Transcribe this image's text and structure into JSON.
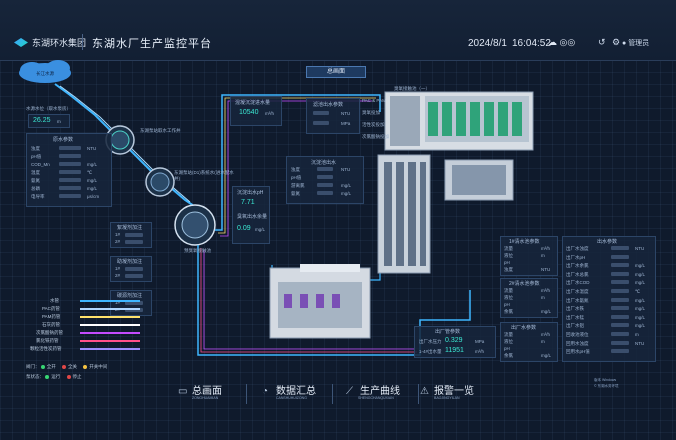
{
  "header": {
    "logo_text": "东湖环水集团",
    "title": "东湖水厂生产监控平台",
    "date": "2024/8/1",
    "time": "16:04:52",
    "weather_icon": "cloud-icon",
    "user_label": "管理员"
  },
  "tabs": {
    "active": "总画面"
  },
  "cloud": {
    "label": "长江水源"
  },
  "intake": {
    "title": "水源水位（取水泵房）",
    "value": "26.25",
    "unit": "m"
  },
  "raw_water_panel": {
    "title": "原水参数",
    "labels": [
      "浊度",
      "pH值",
      "COD_Mn",
      "温度",
      "氨氮",
      "总磷",
      "电导率"
    ],
    "units": [
      "NTU",
      "",
      "mg/L",
      "℃",
      "mg/L",
      "mg/L",
      "μs/cm"
    ]
  },
  "stage_labels": {
    "s1": "东湖泵站取水工作井",
    "s2": "东湖泵站(D1)系统水(进水配水井)",
    "s3": "预臭氧接触池"
  },
  "dosing_panels": [
    {
      "title": "絮凝剂加注",
      "rows": [
        "1#",
        "2#"
      ]
    },
    {
      "title": "助凝剂加注",
      "rows": [
        "1#",
        "2#"
      ]
    },
    {
      "title": "碳源剂加注",
      "rows": [
        "1#",
        "2#"
      ]
    }
  ],
  "pipe_legend": {
    "items": [
      "水管",
      "PAC药管",
      "PAM药管",
      "石灰药管",
      "次氯酸钠药管",
      "氯化铁药管",
      "颗粒活性炭药管"
    ],
    "colors": [
      "#3fb6ff",
      "#b0d6ff",
      "#ffe16b",
      "#ffffff",
      "#c54bff",
      "#ff4f8a",
      "#9a8cff"
    ]
  },
  "valve_legend": {
    "label": "阀门：",
    "items": [
      "全开",
      "全关",
      "开关中间"
    ],
    "colors": [
      "#37d673",
      "#e04747",
      "#f5c242"
    ]
  },
  "pump_legend": {
    "label": "泵状态：",
    "items": [
      "运行",
      "停止"
    ],
    "colors": [
      "#37d673",
      "#e04747"
    ]
  },
  "inlet_panel": {
    "title": "混凝沉淀进水量",
    "value": "10540",
    "unit": "m³/h"
  },
  "filter_panel": {
    "title": "滤池出水参数",
    "units": [
      "NTU",
      "MPa"
    ]
  },
  "dosing_block_labels": [
    "PAC & PAM",
    "臭氧投加",
    "活性炭投加",
    "次氯酸钠投加"
  ],
  "sedimentation_panel": {
    "title": "沉淀池出水",
    "labels": [
      "浊度",
      "pH值",
      "游离氯",
      "氨氮"
    ],
    "units": [
      "NTU",
      "",
      "mg/L",
      "mg/L"
    ]
  },
  "ph_panel": {
    "title": "沉淀出水pH",
    "value": "7.71",
    "title2": "臭氧出水余量",
    "value2": "0.09",
    "unit2": "mg/L"
  },
  "filter_hall_label": "臭氧接触池（一）",
  "outlet_panel": {
    "title": "出厂管参数",
    "rows": [
      {
        "label": "出厂水压力",
        "value": "0.329",
        "unit": "MPa"
      },
      {
        "label": "1-4#出水量",
        "value": "11951",
        "unit": "m³/h"
      }
    ]
  },
  "water_quality_1": {
    "title": "1#清水池参数",
    "labels": [
      "流量",
      "液位",
      "pH",
      "浊度"
    ],
    "units": [
      "m³/h",
      "m",
      "",
      "NTU"
    ]
  },
  "water_quality_2": {
    "title": "2#清水池参数",
    "labels": [
      "流量",
      "液位",
      "pH",
      "余氯"
    ],
    "units": [
      "m³/h",
      "m",
      "",
      "mg/L"
    ]
  },
  "water_quality_3": {
    "title": "出厂水参数",
    "labels": [
      "流量",
      "液位",
      "pH",
      "余氯"
    ],
    "units": [
      "m³/h",
      "m",
      "",
      "mg/L"
    ]
  },
  "finished_panel": {
    "title": "出水参数",
    "labels": [
      "出厂水浊度",
      "出厂水pH",
      "出厂水余氯",
      "出厂水总氯",
      "出厂水COD",
      "出厂水温度",
      "出厂水氨氮",
      "出厂水铁",
      "出厂水锰",
      "出厂水铝",
      "回收池液位",
      "回用水浊度",
      "回用水pH值"
    ],
    "units": [
      "NTU",
      "",
      "mg/L",
      "mg/L",
      "mg/L",
      "℃",
      "mg/L",
      "mg/L",
      "mg/L",
      "mg/L",
      "m",
      "NTU",
      ""
    ]
  },
  "nav": [
    {
      "main": "总画面",
      "sub": "ZONGHUAMIAN",
      "icon": "monitor-icon"
    },
    {
      "main": "数据汇总",
      "sub": "CANSHUHUIZONG",
      "icon": "gauge-icon"
    },
    {
      "main": "生产曲线",
      "sub": "SHENGCHANQUXIAN",
      "icon": "chart-icon"
    },
    {
      "main": "报警一览",
      "sub": "BAOJINGYILAN",
      "icon": "alarm-icon"
    }
  ],
  "footer": {
    "line1": "版本 Windows",
    "line2": "© 东湖水务环境"
  }
}
